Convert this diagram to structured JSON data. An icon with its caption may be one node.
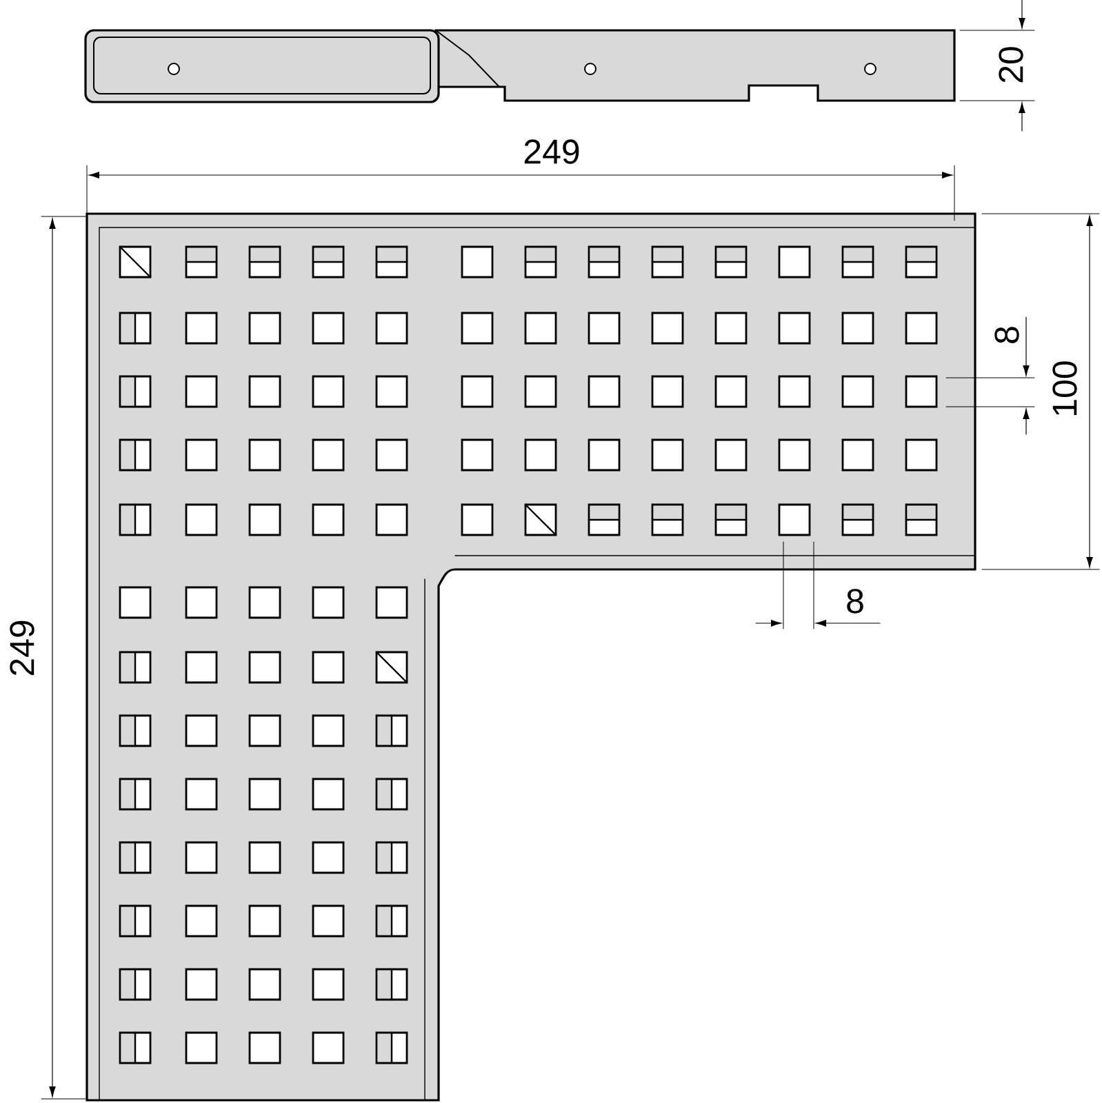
{
  "diagram": {
    "labels": [
      "20",
      "249",
      "8",
      "100",
      "8",
      "249"
    ]
  }
}
